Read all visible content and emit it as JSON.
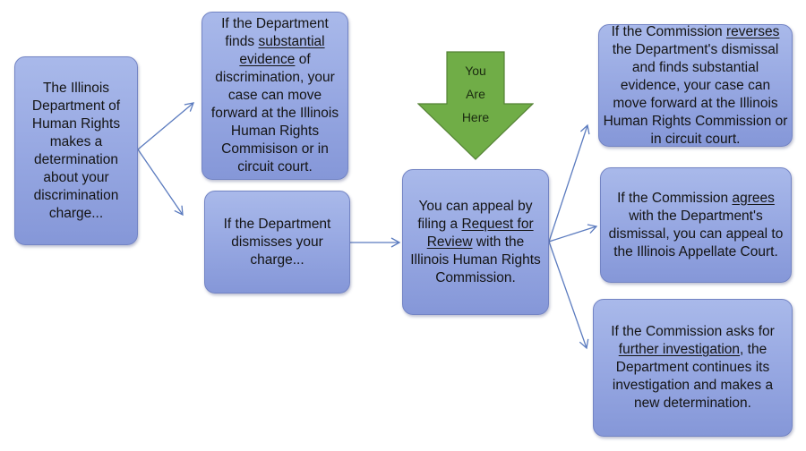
{
  "colors": {
    "box_fill_top": "#a9b9ea",
    "box_fill_bottom": "#8597d8",
    "box_border": "#7384c4",
    "connector": "#5b7bbf",
    "you_are_here_fill": "#70ad47",
    "you_are_here_border": "#548235"
  },
  "you_are_here": {
    "line1": "You",
    "line2": "Are",
    "line3": "Here",
    "icon": "down-arrow-icon"
  },
  "nodes": {
    "start": {
      "text": "The Illinois Department of Human Rights makes a determination about your discrimination charge..."
    },
    "substantial_evidence": {
      "pre": "If the Department finds ",
      "emphasis": "substantial evidence",
      "post": " of discrimination, your case can move forward at the Illinois Human Rights Commisison or in circuit court."
    },
    "dismisses": {
      "text": "If the Department dismisses your charge..."
    },
    "appeal": {
      "pre": "You can appeal by filing a ",
      "emphasis": "Request for Review",
      "post": " with the Illinois Human Rights Commission."
    },
    "reverses": {
      "pre": "If the Commission ",
      "emphasis": "reverses",
      "post": " the Department's dismissal and finds substantial evidence, your case can move forward at the Illinois Human Rights Commission or in circuit court."
    },
    "agrees": {
      "pre": "If the Commission ",
      "emphasis": "agrees",
      "post": " with the Department's dismissal, you can appeal to the Illinois Appellate Court."
    },
    "further_investigation": {
      "pre": "If the Commission asks for ",
      "emphasis": "further investigation",
      "post": ", the Department continues its investigation and makes a new determination."
    }
  },
  "edges": [
    {
      "from": "start",
      "to": "substantial_evidence"
    },
    {
      "from": "start",
      "to": "dismisses"
    },
    {
      "from": "dismisses",
      "to": "appeal"
    },
    {
      "from": "appeal",
      "to": "reverses"
    },
    {
      "from": "appeal",
      "to": "agrees"
    },
    {
      "from": "appeal",
      "to": "further_investigation"
    }
  ]
}
